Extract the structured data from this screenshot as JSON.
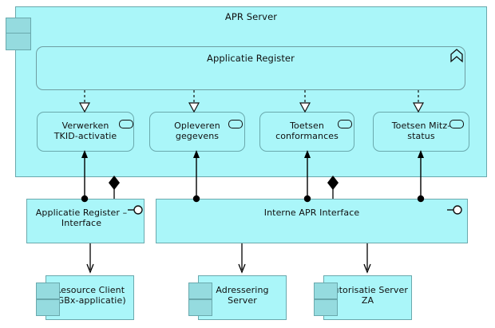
{
  "diagram": {
    "title": "APR Server",
    "type": "UML component diagram",
    "colors": {
      "node_fill": "#aaf6f9",
      "node_stroke": "#6aa9ad",
      "tab_fill": "#95dbdf",
      "text": "#101010",
      "edge": "#000000",
      "background": "#ffffff"
    }
  },
  "server": {
    "name": "APR Server",
    "icon": "component-icon"
  },
  "package": {
    "name": "Applicatie Register",
    "icon": "package-chevron-icon"
  },
  "components": [
    {
      "name": "Verwerken\nTKID-activatie",
      "icon": "component-icon"
    },
    {
      "name": "Opleveren\ngegevens",
      "icon": "component-icon"
    },
    {
      "name": "Toetsen\nconformances",
      "icon": "component-icon"
    },
    {
      "name": "Toetsen Mitz-\nstatus",
      "icon": "component-icon"
    }
  ],
  "interfaces": [
    {
      "name": "Applicatie Register –\nInterface",
      "icon": "provided-interface-lollipop-icon"
    },
    {
      "name": "Interne APR Interface",
      "icon": "provided-interface-lollipop-icon"
    }
  ],
  "external_components": [
    {
      "name": "Resource Client\n(GBx-applicatie)",
      "icon": "component-icon"
    },
    {
      "name": "Adressering\nServer",
      "icon": "component-icon"
    },
    {
      "name": "Autorisatie Server\nZA",
      "icon": "component-icon"
    }
  ],
  "connector_legend": {
    "realization": "dashed line with hollow triangle",
    "composition": "solid line with filled diamond",
    "dependency": "solid line with open arrowhead",
    "assembly_socket": "filled ball"
  }
}
